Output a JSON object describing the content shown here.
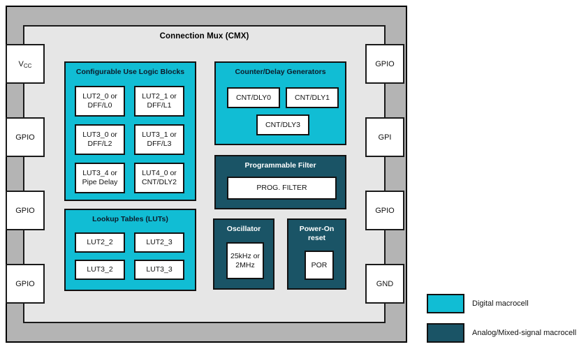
{
  "diagram": {
    "core_title": "Connection Mux (CMX)",
    "colors": {
      "digital_macrocell": "#11bdd4",
      "analog_macrocell": "#1a5466",
      "package_fill": "#b4b4b4",
      "core_fill": "#e6e6e6",
      "cell_fill": "#ffffff",
      "outline": "#111111"
    }
  },
  "pins": {
    "left": [
      {
        "label": "V",
        "sub": "CC"
      },
      {
        "label": "GPIO",
        "sub": ""
      },
      {
        "label": "GPIO",
        "sub": ""
      },
      {
        "label": "GPIO",
        "sub": ""
      }
    ],
    "right": [
      {
        "label": "GPIO"
      },
      {
        "label": "GPI"
      },
      {
        "label": "GPIO"
      },
      {
        "label": "GND"
      }
    ]
  },
  "groups": {
    "clb": {
      "title": "Configurable Use Logic Blocks",
      "kind": "digital",
      "cells": [
        "LUT2_0 or\nDFF/L0",
        "LUT2_1 or\nDFF/L1",
        "LUT3_0 or\nDFF/L2",
        "LUT3_1 or\nDFF/L3",
        "LUT3_4 or\nPipe Delay",
        "LUT4_0 or\nCNT/DLY2"
      ]
    },
    "luts": {
      "title": "Lookup Tables (LUTs)",
      "kind": "digital",
      "cells": [
        "LUT2_2",
        "LUT2_3",
        "LUT3_2",
        "LUT3_3"
      ]
    },
    "counters": {
      "title": "Counter/Delay Generators",
      "kind": "digital",
      "cells": [
        "CNT/DLY0",
        "CNT/DLY1",
        "CNT/DLY3"
      ]
    },
    "filter": {
      "title": "Programmable Filter",
      "kind": "analog",
      "cells": [
        "PROG. FILTER"
      ]
    },
    "oscillator": {
      "title": "Oscillator",
      "kind": "analog",
      "cells": [
        "25kHz or\n2MHz"
      ]
    },
    "por": {
      "title": "Power-On\nreset",
      "kind": "analog",
      "cells": [
        "POR"
      ]
    }
  },
  "legend": {
    "items": [
      {
        "label": "Digital macrocell",
        "color": "#11bdd4"
      },
      {
        "label": "Analog/Mixed-signal macrocell",
        "color": "#1a5466"
      }
    ]
  }
}
